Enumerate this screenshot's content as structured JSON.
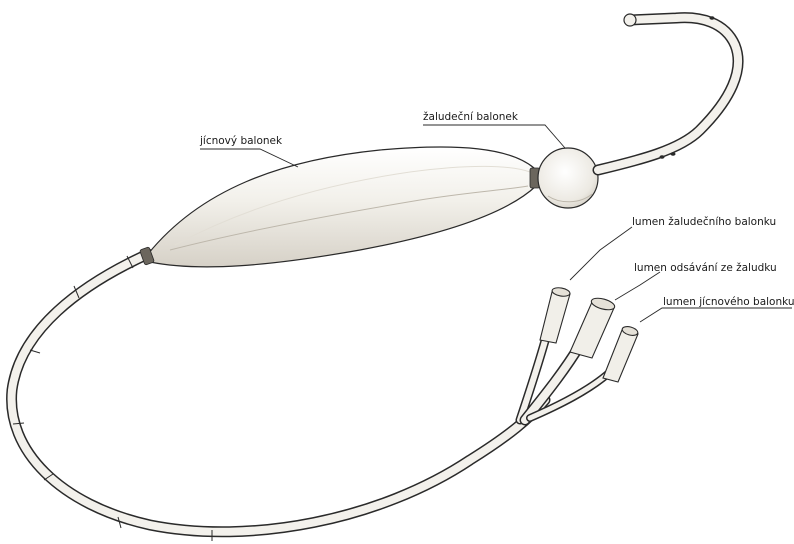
{
  "labels": {
    "esophageal_balloon": "jícnový balonek",
    "gastric_balloon": "žaludeční balonek",
    "gastric_balloon_lumen": "lumen žaludečního balonku",
    "gastric_suction_lumen": "lumen odsávání ze žaludku",
    "esophageal_balloon_lumen": "lumen jícnového balonku"
  },
  "colors": {
    "ink": "#2a2a2a",
    "tube_fill": "#f3f1ec",
    "balloon_fill": "#f1efe9",
    "shade": "#cfcac0"
  }
}
